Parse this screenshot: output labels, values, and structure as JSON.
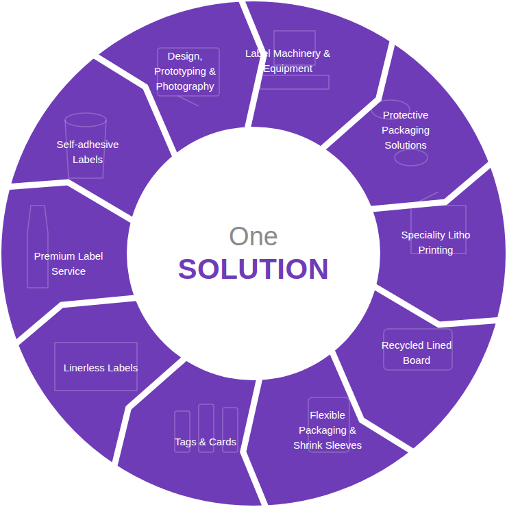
{
  "diagram": {
    "nodes": [
      {
        "text": [
          "One",
          "SOLUTION"
        ]
      },
      {
        "text": [
          "Design, Prototyping & Photography"
        ]
      },
      {
        "text": [
          "Label Machinery & Equipment"
        ]
      },
      {
        "text": [
          "Protective Packaging Solutions"
        ]
      },
      {
        "text": [
          "Speciality Litho Printing"
        ]
      },
      {
        "text": [
          "Recycled Lined Board"
        ]
      },
      {
        "text": [
          "Flexible Packaging & Shrink Sleeves"
        ]
      },
      {
        "text": [
          "Tags & Cards"
        ]
      },
      {
        "text": [
          "Linerless Labels"
        ]
      },
      {
        "text": [
          "Premium Label Service"
        ]
      },
      {
        "text": [
          "Self-adhesive Labels"
        ]
      }
    ]
  }
}
